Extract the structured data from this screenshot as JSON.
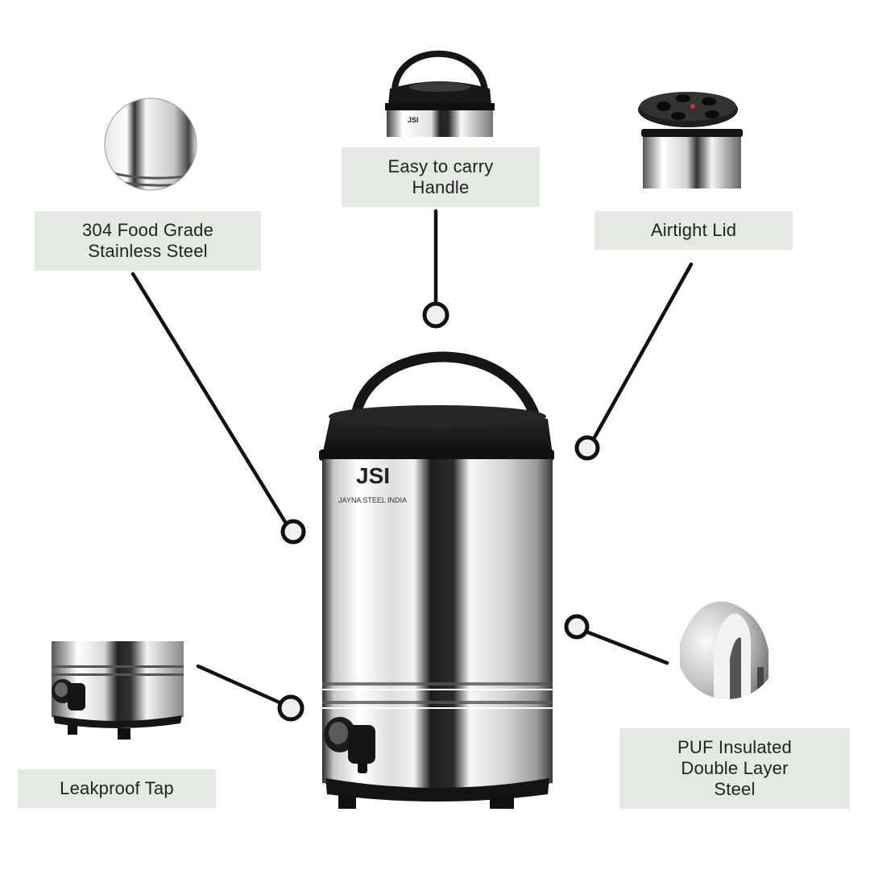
{
  "features": {
    "steel": {
      "label": "304 Food Grade\nStainless Steel",
      "icon": "steel-closeup-icon"
    },
    "handle": {
      "label": "Easy to carry\nHandle",
      "icon": "handle-closeup-icon"
    },
    "lid": {
      "label": "Airtight Lid",
      "icon": "lid-closeup-icon"
    },
    "tap": {
      "label": "Leakproof Tap",
      "icon": "tap-closeup-icon"
    },
    "insulation": {
      "label": "PUF Insulated\nDouble Layer\nSteel",
      "icon": "insulation-closeup-icon"
    }
  },
  "product": {
    "brand_mark": "JSI",
    "brand_text": "JAYNA STEEL INDIA",
    "icon": "water-jug-icon"
  },
  "colors": {
    "label_bg": "#e4e9e4",
    "dot_fill": "#eef1ee",
    "line": "#111111",
    "lid_black": "#141414"
  }
}
